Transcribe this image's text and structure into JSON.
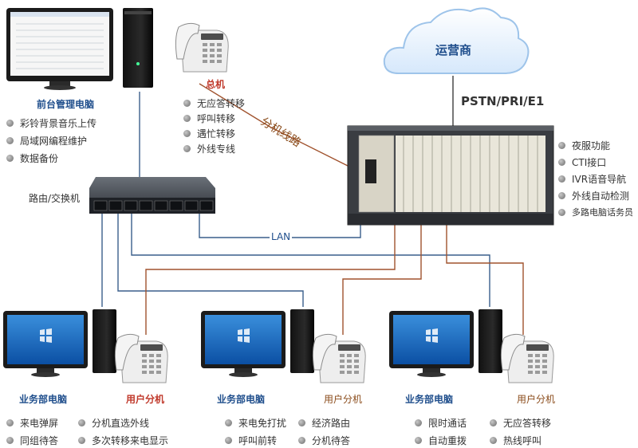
{
  "cloud_label": "运营商",
  "trunk_label": "PSTN/PRI/E1",
  "extension_line_label": "分机线路",
  "lan_label": "LAN",
  "router_label": "路由/交换机",
  "reception_pc": {
    "title": "前台管理电脑",
    "features": [
      "彩铃背景音乐上传",
      "局域网编程维护",
      "数据备份"
    ]
  },
  "main_phone": {
    "title": "总机",
    "features": [
      "无应答转移",
      "呼叫转移",
      "遇忙转移",
      "外线专线"
    ]
  },
  "pbx_features": [
    "夜服功能",
    "CTI接口",
    "IVR语音导航",
    "外线自动检测",
    "多路电脑话务员"
  ],
  "groups": [
    {
      "pc_label": "业务部电脑",
      "ext_label": "用户分机",
      "features": [
        "来电弹屏",
        "分机直选外线",
        "同组待答",
        "多次转移来电显示"
      ]
    },
    {
      "pc_label": "业务部电脑",
      "ext_label": "用户分机",
      "features": [
        "来电免打扰",
        "经济路由",
        "呼叫前转",
        "分机待答"
      ]
    },
    {
      "pc_label": "业务部电脑",
      "ext_label": "用户分机",
      "features": [
        "限时通话",
        "无应答转移",
        "自动重拨",
        "热线呼叫"
      ]
    }
  ],
  "colors": {
    "lan_line": "#3a5f8c",
    "phone_line": "#a0522d",
    "pbx_body": "#3a3d42",
    "title_blue": "#1f4e8c",
    "accent_red": "#c0392b"
  },
  "icons": [
    "cloud-icon",
    "monitor-icon",
    "pc-tower-icon",
    "desk-phone-icon",
    "switch-icon",
    "pbx-rack-icon",
    "bullet-dot-icon"
  ]
}
